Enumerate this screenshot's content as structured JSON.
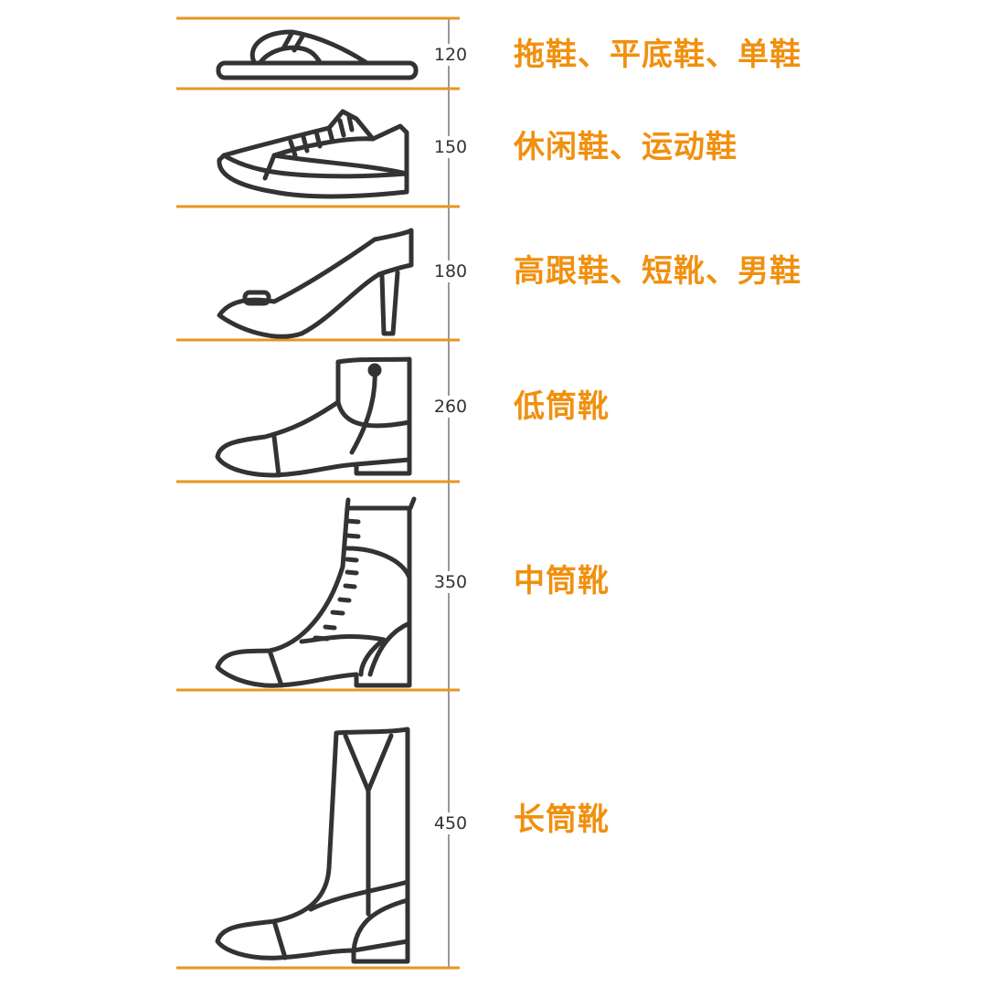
{
  "accent_color": "#E8961E",
  "text_color": "#F0900F",
  "rows": [
    {
      "icon": "slipper-icon",
      "height": "120",
      "label": "拖鞋、平底鞋、单鞋"
    },
    {
      "icon": "sneaker-icon",
      "height": "150",
      "label": "休闲鞋、运动鞋"
    },
    {
      "icon": "high-heel-icon",
      "height": "180",
      "label": "高跟鞋、短靴、男鞋"
    },
    {
      "icon": "ankle-boot-icon",
      "height": "260",
      "label": "低筒靴"
    },
    {
      "icon": "mid-boot-icon",
      "height": "350",
      "label": "中筒靴"
    },
    {
      "icon": "tall-boot-icon",
      "height": "450",
      "label": "长筒靴"
    }
  ]
}
